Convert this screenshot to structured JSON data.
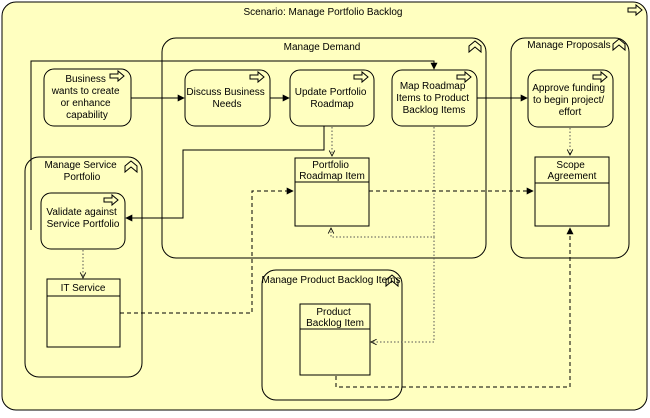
{
  "scenario": {
    "title": "Scenario: Manage Portfolio Backlog"
  },
  "groups": {
    "manage_demand": "Manage Demand",
    "manage_proposals": "Manage Proposals",
    "manage_service_portfolio": [
      "Manage Service",
      "Portfolio"
    ],
    "manage_product_backlog": "Manage Product Backlog Items"
  },
  "processes": {
    "business_wants": [
      "Business",
      "wants to create",
      "or enhance",
      "capability"
    ],
    "discuss_needs": [
      "Discuss Business",
      "Needs"
    ],
    "update_roadmap": [
      "Update Portfolio",
      "Roadmap"
    ],
    "map_roadmap": [
      "Map Roadmap",
      "Items to Product",
      "Backlog Items"
    ],
    "approve_funding": [
      "Approve funding",
      "to begin project/",
      "effort"
    ],
    "validate_portfolio": [
      "Validate against",
      "Service Portfolio"
    ]
  },
  "artifacts": {
    "portfolio_roadmap_item": [
      "Portfolio",
      "Roadmap Item"
    ],
    "scope_agreement": [
      "Scope",
      "Agreement"
    ],
    "it_service": [
      "IT Service"
    ],
    "product_backlog_item": [
      "Product",
      "Backlog Item"
    ]
  },
  "colors": {
    "background": "#ffffc0",
    "border": "#000000"
  }
}
